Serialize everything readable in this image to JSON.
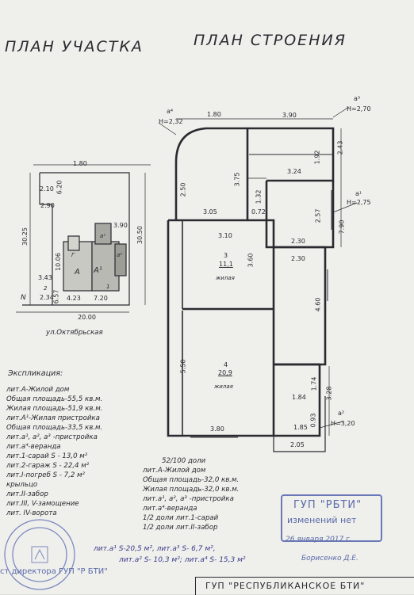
{
  "titles": {
    "site_plan": "ПЛАН УЧАСТКА",
    "building_plan": "ПЛАН СТРОЕНИЯ"
  },
  "site": {
    "dims": [
      "1.80",
      "2.10",
      "6.20",
      "2.90",
      "30.25",
      "30.50",
      "3.90",
      "10.06",
      "3.43",
      "2.34",
      "6.57",
      "4.23",
      "7.20",
      "20.00"
    ],
    "labels": [
      "А",
      "А¹",
      "а¹",
      "а²",
      "Г",
      "2",
      "1",
      "N"
    ],
    "street": "ул.Октябрьская"
  },
  "building": {
    "dims": [
      "1.80",
      "3.90",
      "2.43",
      "1.92",
      "3.24",
      "2.50",
      "3.75",
      "3.05",
      "1.32",
      "0.72",
      "2.57",
      "7.90",
      "3.10",
      "2.30",
      "2.30",
      "3.60",
      "4.60",
      "5.50",
      "1.74",
      "1.84",
      "3.28",
      "0.93",
      "1.85",
      "3.80",
      "2.05"
    ],
    "markers": [
      {
        "name": "а⁴",
        "height": "Н=2,32"
      },
      {
        "name": "а³",
        "height": "Н=2,70"
      },
      {
        "name": "а¹",
        "height": "Н=2,75"
      },
      {
        "name": "а²",
        "height": "Н=3,20"
      }
    ],
    "rooms": [
      {
        "number": "3",
        "area": "11,1",
        "type": "жилая"
      },
      {
        "number": "4",
        "area": "20,9",
        "type": "жилая"
      }
    ]
  },
  "explication": {
    "heading": "Экспликация:",
    "lines": [
      "лит.А-Жилой дом",
      "Общая площадь-55,5 кв.м.",
      "Жилая площадь-51,9 кв.м.",
      "лит.А¹-Жилая пристройка",
      "Общая площадь-33,5 кв.м.",
      "лит.а¹, а², а³ -пристройка",
      "лит.а⁴-веранда",
      "лит.1-сарай S - 13,0 м²",
      "лит.2-гараж S - 22,4 м²",
      "лит.I-погреб S - 7,2 м²",
      "крыльцо",
      "лит.II-забор",
      "лит.III, V-замощение",
      "лит. IV-ворота"
    ]
  },
  "share": {
    "lines": [
      "52/100 доли",
      "лит.А-Жилой дом",
      "Общая площадь-32,0 кв.м.",
      "Жилая площадь-32,0 кв.м.",
      "лит.а¹, а², а³ -пристройка",
      "лит.а⁴-веранда",
      "1/2 доли лит.1-сарай",
      "1/2 доли лит.II-забор"
    ]
  },
  "handwritten_areas": {
    "line1": "лит.а¹ S-20,5 м², лит.а³ S- 6,7 м²,",
    "line2": "лит.а² S- 10,3 м²; лит.а⁴ S- 15,3 м²"
  },
  "stamp": {
    "org": "ГУП \"РБТИ\"",
    "status": "изменений нет",
    "date": "26 января 2017 г.",
    "signature": "Борисенко Д.Е."
  },
  "footer": {
    "director": "ст.директора ГУП \"Р БТИ\"",
    "org": "ГУП \"РЕСПУБЛИКАНСКОЕ БТИ\""
  },
  "colors": {
    "paper": "#efefec",
    "ink": "#2a2a30",
    "stamp": "#5a6aa8"
  }
}
